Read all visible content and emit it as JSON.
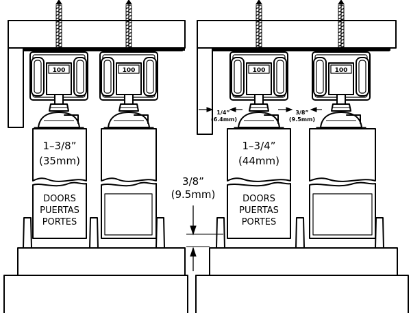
{
  "rollers": {
    "number": "100"
  },
  "left": {
    "thickness_in": "1–3/8”",
    "thickness_mm": "(35mm)"
  },
  "right": {
    "thickness_in": "1–3/4”",
    "thickness_mm": "(44mm)"
  },
  "doors_label": {
    "en": "DOORS",
    "es": "PUERTAS",
    "fr": "PORTES"
  },
  "gap": {
    "inches": "3/8”",
    "mm": "(9.5mm)"
  },
  "clearance_small": {
    "inches": "1/4”",
    "mm": "(6.4mm)"
  },
  "clearance_large": {
    "inches": "3/8”",
    "mm": "(9.5mm)"
  }
}
